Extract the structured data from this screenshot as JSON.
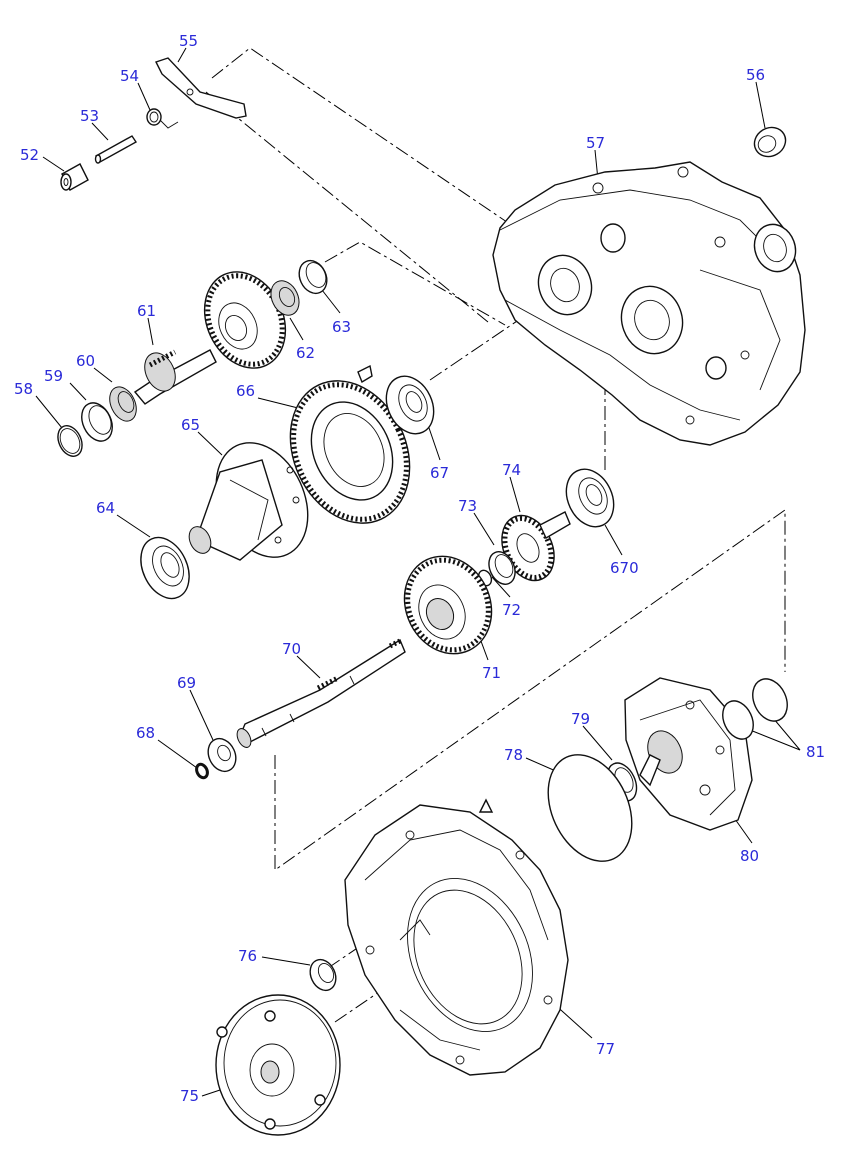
{
  "colors": {
    "callout": "#2a2ad8",
    "line": "#000000",
    "fill": "#ffffff",
    "shade": "#d8d8d8"
  },
  "callouts": [
    {
      "id": "52",
      "label": "52"
    },
    {
      "id": "53",
      "label": "53"
    },
    {
      "id": "54",
      "label": "54"
    },
    {
      "id": "55",
      "label": "55"
    },
    {
      "id": "56",
      "label": "56"
    },
    {
      "id": "57",
      "label": "57"
    },
    {
      "id": "58",
      "label": "58"
    },
    {
      "id": "59",
      "label": "59"
    },
    {
      "id": "60",
      "label": "60"
    },
    {
      "id": "61",
      "label": "61"
    },
    {
      "id": "62",
      "label": "62"
    },
    {
      "id": "63",
      "label": "63"
    },
    {
      "id": "64",
      "label": "64"
    },
    {
      "id": "65",
      "label": "65"
    },
    {
      "id": "66",
      "label": "66"
    },
    {
      "id": "67",
      "label": "67"
    },
    {
      "id": "670",
      "label": "670"
    },
    {
      "id": "68",
      "label": "68"
    },
    {
      "id": "69",
      "label": "69"
    },
    {
      "id": "70",
      "label": "70"
    },
    {
      "id": "71",
      "label": "71"
    },
    {
      "id": "72",
      "label": "72"
    },
    {
      "id": "73",
      "label": "73"
    },
    {
      "id": "74",
      "label": "74"
    },
    {
      "id": "75",
      "label": "75"
    },
    {
      "id": "76",
      "label": "76"
    },
    {
      "id": "77",
      "label": "77"
    },
    {
      "id": "78",
      "label": "78"
    },
    {
      "id": "79",
      "label": "79"
    },
    {
      "id": "80",
      "label": "80"
    },
    {
      "id": "81",
      "label": "81"
    }
  ]
}
